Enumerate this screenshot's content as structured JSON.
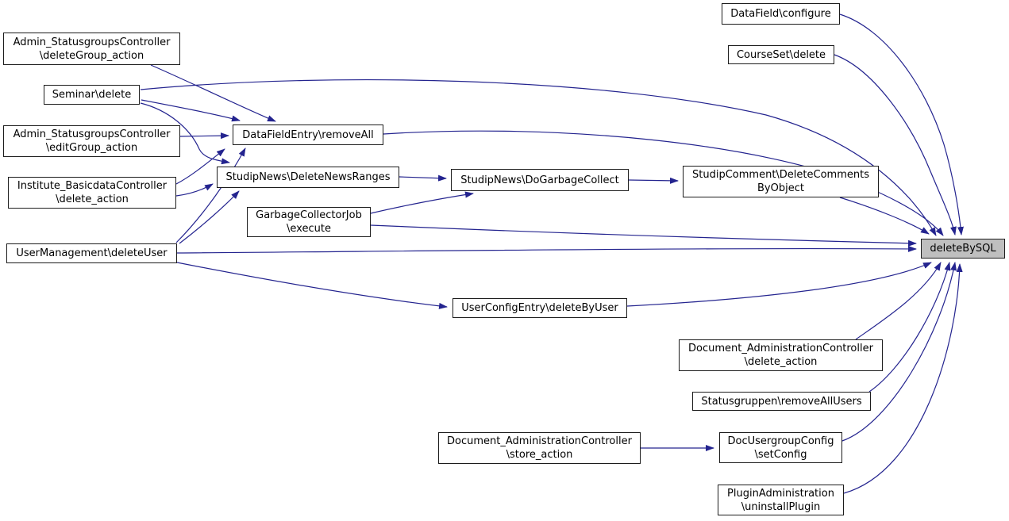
{
  "diagram": {
    "type": "call-graph",
    "focus_node": "deleteBySQL"
  },
  "colors": {
    "edge": "#24248f",
    "node_border": "#1c1c1c",
    "node_fill": "#ffffff",
    "highlight_fill": "#bfbfbf",
    "text": "#000000",
    "background": "#ffffff"
  },
  "nodes": [
    {
      "id": "admin-statusgroups-deletegroup",
      "line1": "Admin_StatusgroupsController",
      "line2": "\\deleteGroup_action",
      "highlighted": false
    },
    {
      "id": "seminar-delete",
      "line1": "Seminar\\delete",
      "line2": "",
      "highlighted": false
    },
    {
      "id": "admin-statusgroups-editgroup",
      "line1": "Admin_StatusgroupsController",
      "line2": "\\editGroup_action",
      "highlighted": false
    },
    {
      "id": "institute-basicdata-delete",
      "line1": "Institute_BasicdataController",
      "line2": "\\delete_action",
      "highlighted": false
    },
    {
      "id": "usermanagement-deleteuser",
      "line1": "UserManagement\\deleteUser",
      "line2": "",
      "highlighted": false
    },
    {
      "id": "datafieldentry-removeall",
      "line1": "DataFieldEntry\\removeAll",
      "line2": "",
      "highlighted": false
    },
    {
      "id": "studipnews-deletenewsranges",
      "line1": "StudipNews\\DeleteNewsRanges",
      "line2": "",
      "highlighted": false
    },
    {
      "id": "garbagecollectorjob-execute",
      "line1": "GarbageCollectorJob",
      "line2": "\\execute",
      "highlighted": false
    },
    {
      "id": "studipnews-dogarbagecollect",
      "line1": "StudipNews\\DoGarbageCollect",
      "line2": "",
      "highlighted": false
    },
    {
      "id": "studipcomment-deletecommentsbyobject",
      "line1": "StudipComment\\DeleteComments",
      "line2": "ByObject",
      "highlighted": false
    },
    {
      "id": "datafield-configure",
      "line1": "DataField\\configure",
      "line2": "",
      "highlighted": false
    },
    {
      "id": "courseset-delete",
      "line1": "CourseSet\\delete",
      "line2": "",
      "highlighted": false
    },
    {
      "id": "userconfigentry-deletebyuser",
      "line1": "UserConfigEntry\\deleteByUser",
      "line2": "",
      "highlighted": false
    },
    {
      "id": "document-admin-delete-action",
      "line1": "Document_AdministrationController",
      "line2": "\\delete_action",
      "highlighted": false
    },
    {
      "id": "statusgruppen-removeallusers",
      "line1": "Statusgruppen\\removeAllUsers",
      "line2": "",
      "highlighted": false
    },
    {
      "id": "document-admin-store-action",
      "line1": "Document_AdministrationController",
      "line2": "\\store_action",
      "highlighted": false
    },
    {
      "id": "docusergroupconfig-setconfig",
      "line1": "DocUsergroupConfig",
      "line2": "\\setConfig",
      "highlighted": false
    },
    {
      "id": "pluginadministration-uninstallplugin",
      "line1": "PluginAdministration",
      "line2": "\\uninstallPlugin",
      "highlighted": false
    },
    {
      "id": "deletebysql",
      "line1": "deleteBySQL",
      "line2": "",
      "highlighted": true
    }
  ],
  "edges": [
    {
      "from": "admin-statusgroups-deletegroup",
      "to": "datafieldentry-removeall"
    },
    {
      "from": "seminar-delete",
      "to": "datafieldentry-removeall"
    },
    {
      "from": "seminar-delete",
      "to": "studipnews-deletenewsranges"
    },
    {
      "from": "seminar-delete",
      "to": "deletebysql"
    },
    {
      "from": "admin-statusgroups-editgroup",
      "to": "datafieldentry-removeall"
    },
    {
      "from": "institute-basicdata-delete",
      "to": "datafieldentry-removeall"
    },
    {
      "from": "institute-basicdata-delete",
      "to": "studipnews-deletenewsranges"
    },
    {
      "from": "usermanagement-deleteuser",
      "to": "datafieldentry-removeall"
    },
    {
      "from": "usermanagement-deleteuser",
      "to": "studipnews-deletenewsranges"
    },
    {
      "from": "usermanagement-deleteuser",
      "to": "deletebysql"
    },
    {
      "from": "usermanagement-deleteuser",
      "to": "userconfigentry-deletebyuser"
    },
    {
      "from": "datafieldentry-removeall",
      "to": "deletebysql"
    },
    {
      "from": "studipnews-deletenewsranges",
      "to": "studipnews-dogarbagecollect"
    },
    {
      "from": "garbagecollectorjob-execute",
      "to": "studipnews-dogarbagecollect"
    },
    {
      "from": "garbagecollectorjob-execute",
      "to": "deletebysql"
    },
    {
      "from": "studipnews-dogarbagecollect",
      "to": "studipcomment-deletecommentsbyobject"
    },
    {
      "from": "studipcomment-deletecommentsbyobject",
      "to": "deletebysql"
    },
    {
      "from": "datafield-configure",
      "to": "deletebysql"
    },
    {
      "from": "courseset-delete",
      "to": "deletebysql"
    },
    {
      "from": "userconfigentry-deletebyuser",
      "to": "deletebysql"
    },
    {
      "from": "document-admin-delete-action",
      "to": "deletebysql"
    },
    {
      "from": "statusgruppen-removeallusers",
      "to": "deletebysql"
    },
    {
      "from": "document-admin-store-action",
      "to": "docusergroupconfig-setconfig"
    },
    {
      "from": "docusergroupconfig-setconfig",
      "to": "deletebysql"
    },
    {
      "from": "pluginadministration-uninstallplugin",
      "to": "deletebysql"
    }
  ]
}
